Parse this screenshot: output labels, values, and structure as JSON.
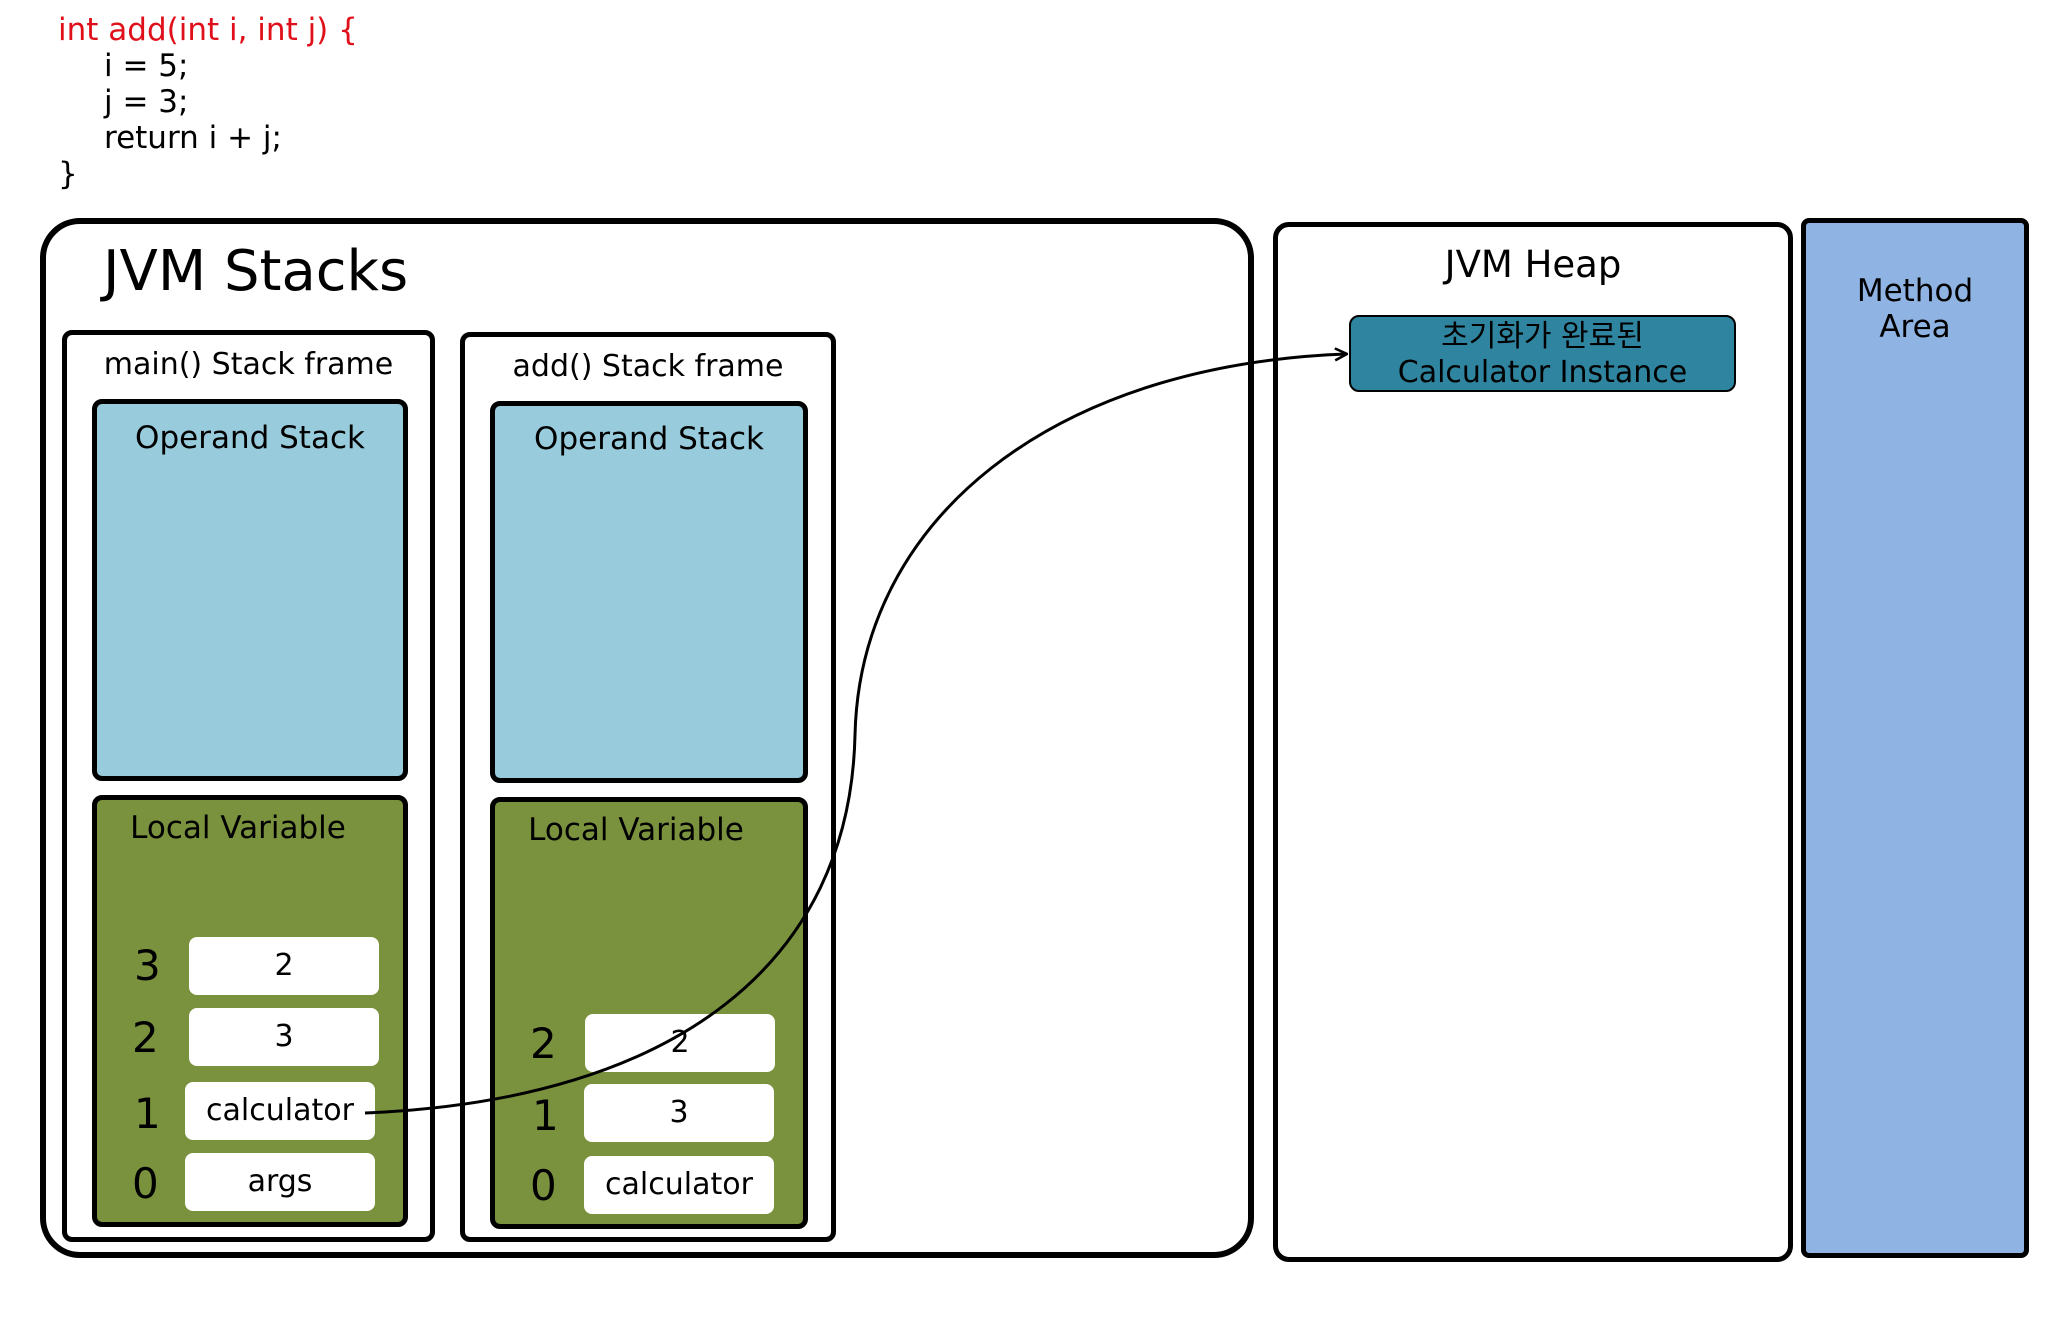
{
  "code": {
    "lines": [
      "int add(int i, int j) {",
      "i = 5;",
      "j = 3;",
      "return i + j;",
      "}"
    ]
  },
  "jvm_stacks": {
    "title": "JVM Stacks",
    "main_frame": {
      "title": "main() Stack frame",
      "operand_stack": "Operand Stack",
      "local_variable": "Local Variable",
      "slots": [
        {
          "index": "3",
          "value": "2"
        },
        {
          "index": "2",
          "value": "3"
        },
        {
          "index": "1",
          "value": "calculator"
        },
        {
          "index": "0",
          "value": "args"
        }
      ]
    },
    "add_frame": {
      "title": "add() Stack frame",
      "operand_stack": "Operand Stack",
      "local_variable": "Local Variable",
      "slots": [
        {
          "index": "2",
          "value": "2"
        },
        {
          "index": "1",
          "value": "3"
        },
        {
          "index": "0",
          "value": "calculator"
        }
      ]
    }
  },
  "jvm_heap": {
    "title": "JVM Heap",
    "instance_line1": "초기화가 완료된",
    "instance_line2": "Calculator Instance"
  },
  "method_area": {
    "line1": "Method",
    "line2": "Area"
  },
  "colors": {
    "code_signature": "#e0101a",
    "operand_stack": "#98cbdc",
    "local_variable": "#7a913d",
    "heap_instance": "#2f85a0",
    "method_area": "#8fb3e3"
  }
}
